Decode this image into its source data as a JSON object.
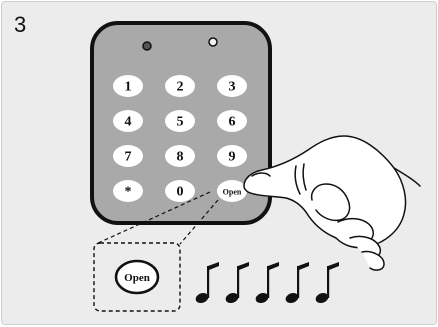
{
  "step": {
    "number": "3"
  },
  "keypad": {
    "keys": [
      "1",
      "2",
      "3",
      "4",
      "5",
      "6",
      "7",
      "8",
      "9",
      "*",
      "0",
      "Open"
    ]
  },
  "callout": {
    "label": "Open"
  },
  "sound": {
    "note_count": 5,
    "icon": "music-note-icon"
  },
  "colors": {
    "panel": "#ececec",
    "keypad_face": "#a9a9a9",
    "keypad_border": "#111111",
    "key": "#ffffff"
  }
}
